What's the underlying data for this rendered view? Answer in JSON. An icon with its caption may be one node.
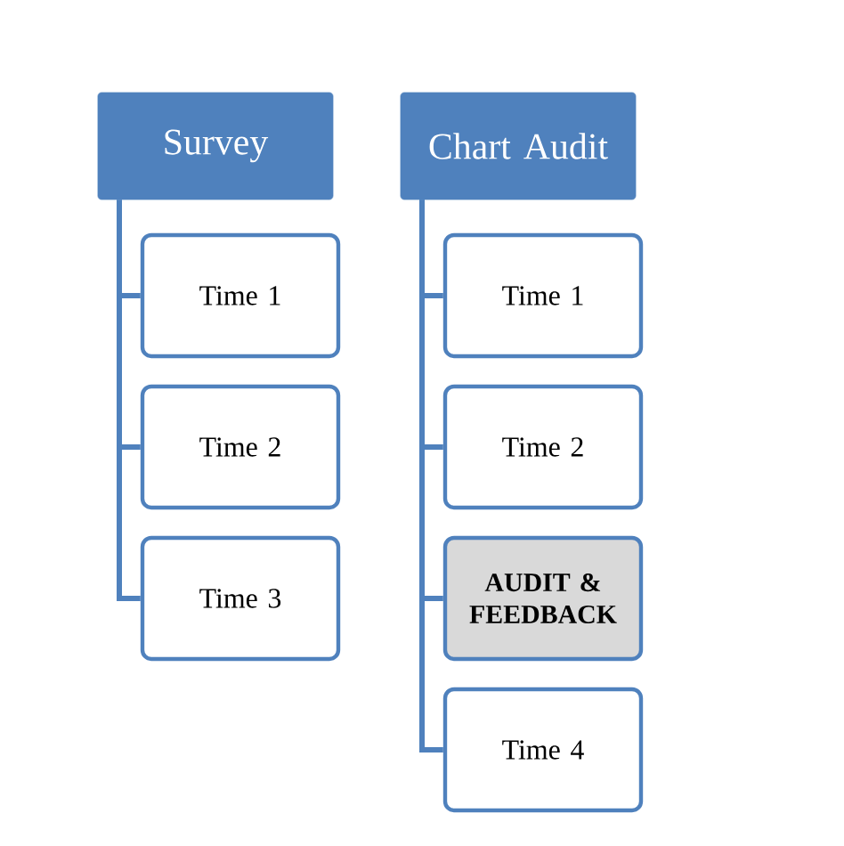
{
  "diagram": {
    "nodes": [
      {
        "text": [
          "Survey"
        ]
      },
      {
        "text": [
          "Time 1"
        ]
      },
      {
        "text": [
          "Time 2"
        ]
      },
      {
        "text": [
          "Time 3"
        ]
      },
      {
        "text": [
          "Chart Audit"
        ]
      },
      {
        "text": [
          "Time 1"
        ]
      },
      {
        "text": [
          "Time 2"
        ]
      },
      {
        "text": [
          "AUDIT & FEEDBACK"
        ]
      },
      {
        "text": [
          "Time 4"
        ]
      }
    ],
    "edges": [
      {
        "from": 0,
        "to": 1,
        "arrow": "none"
      },
      {
        "from": 0,
        "to": 2,
        "arrow": "none"
      },
      {
        "from": 0,
        "to": 3,
        "arrow": "none"
      },
      {
        "from": 4,
        "to": 5,
        "arrow": "none"
      },
      {
        "from": 4,
        "to": 6,
        "arrow": "none"
      },
      {
        "from": 4,
        "to": 7,
        "arrow": "none"
      },
      {
        "from": 4,
        "to": 8,
        "arrow": "none"
      }
    ]
  }
}
